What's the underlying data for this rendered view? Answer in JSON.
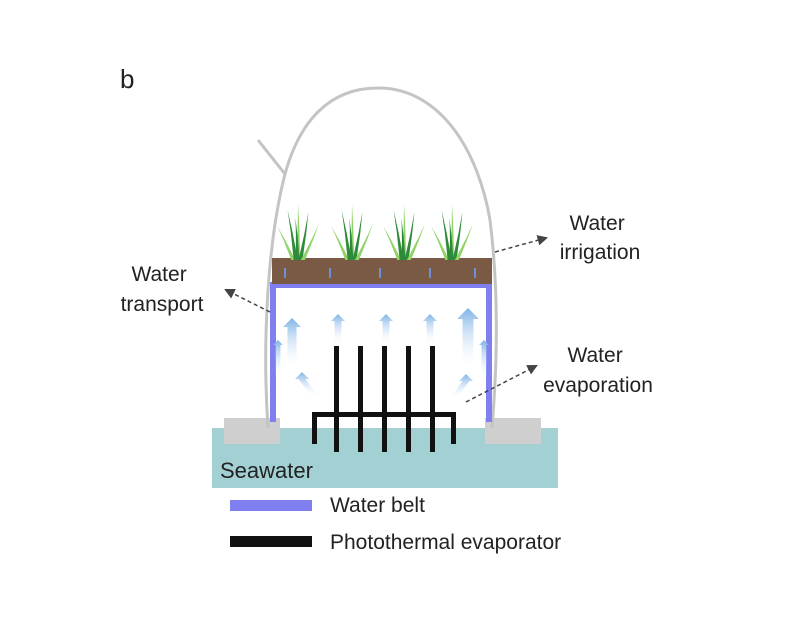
{
  "panel_letter": "b",
  "labels": {
    "water_irrigation": [
      "Water",
      "irrigation"
    ],
    "water_transport": [
      "Water",
      "transport"
    ],
    "water_evaporation": [
      "Water",
      "evaporation"
    ],
    "seawater": "Seawater"
  },
  "legend": {
    "water_belt": "Water belt",
    "photothermal_evaporator": "Photothermal evaporator"
  },
  "colors": {
    "dome": "#c4c4c4",
    "soil": "#7a5a44",
    "water_belt": "#7f7ff0",
    "evaporator": "#111111",
    "seawater": "#a3d0d3",
    "support_block": "#cfcfcf",
    "vapor_arrow": "#7fb3e6",
    "grass_light": "#8fd36a",
    "grass_dark": "#2f8a3a"
  },
  "icons": {
    "vapor": "upward-arrow",
    "plants": "grass-tuft",
    "pointer": "dashed-arrow"
  }
}
